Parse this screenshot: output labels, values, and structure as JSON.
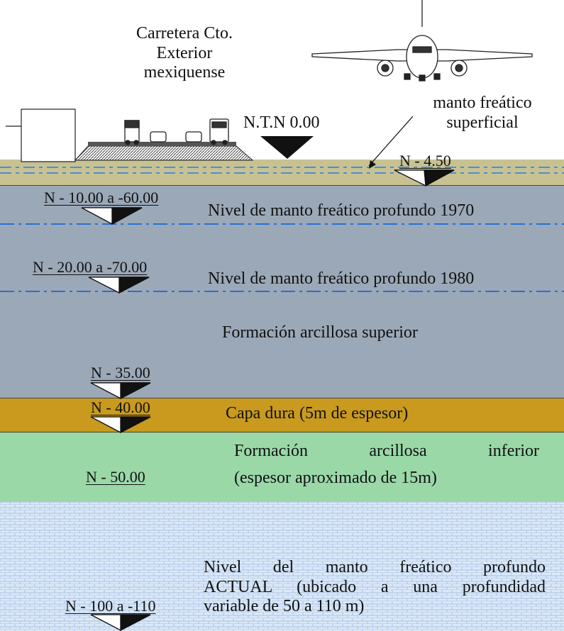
{
  "surface": {
    "road_label": [
      "Carretera Cto.",
      "Exterior",
      "mexiquense"
    ],
    "ntn_label": "N.T.N 0.00",
    "shallow_water_label": [
      "manto freático",
      "superficial"
    ],
    "shallow_water_level": "N - 4.50"
  },
  "layers": [
    {
      "id": "surface-fill",
      "color": "#c8c293"
    },
    {
      "id": "upper-clay",
      "name": "Formación arcillosa superior",
      "color": "#9ba8b8"
    },
    {
      "id": "hard-layer",
      "name": "Capa dura (5m de espesor)",
      "level": "N - 40.00",
      "top_level": "N - 35.00",
      "color": "#c99a1e"
    },
    {
      "id": "lower-clay",
      "name": [
        "Formación",
        "arcillosa",
        "inferior"
      ],
      "note": "(espesor aproximado de 15m)",
      "level": "N - 50.00",
      "color": "#9ad8a8"
    },
    {
      "id": "deep-aquifer",
      "color": "#dbe8f7"
    }
  ],
  "water_tables": [
    {
      "level": "N - 10.00 a -60.00",
      "label": "Nivel de manto freático profundo 1970",
      "line_color": "#2a6fd0"
    },
    {
      "level": "N - 20.00 a -70.00",
      "label": "Nivel de manto freático profundo 1980",
      "line_color": "#2a6fd0"
    }
  ],
  "current_water_table": {
    "lines": [
      "Nivel del manto freático profundo",
      "ACTUAL (ubicado a una profundidad",
      "variable de 50 a 110 m)"
    ],
    "level": "N - 100 a -110"
  }
}
